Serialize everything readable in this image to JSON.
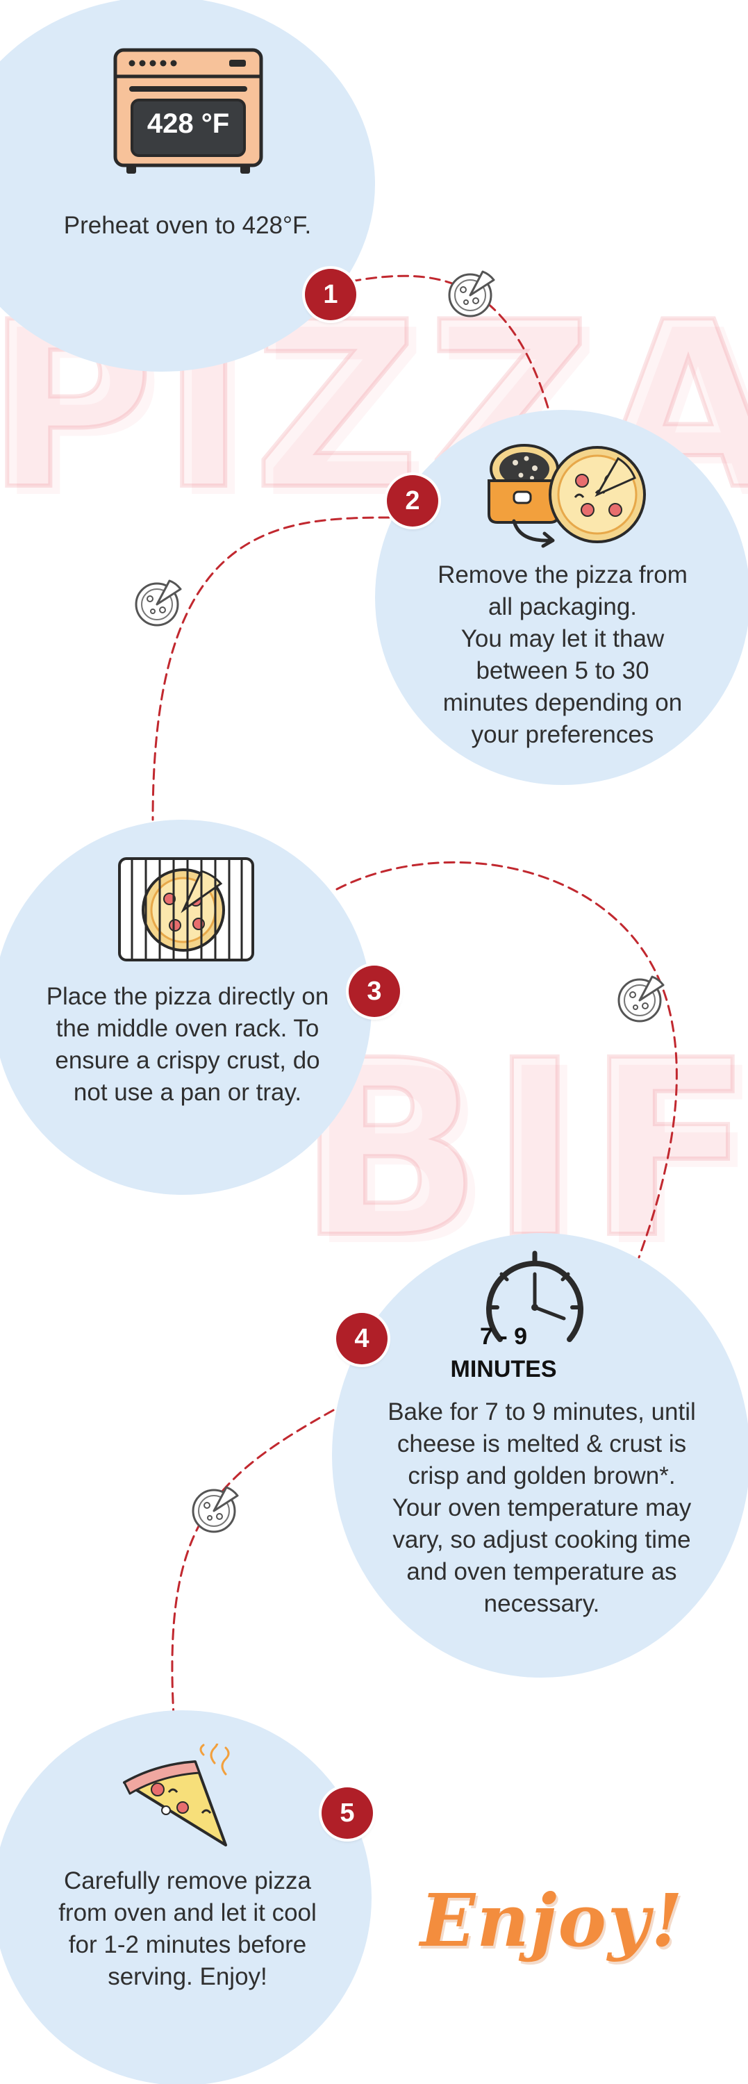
{
  "watermark": {
    "word_1": "PIZZA",
    "word_2": "BIFN"
  },
  "colors": {
    "circle_fill": "#dbeaf8",
    "badge_fill": "#b01f28",
    "path_dash": "#c1282f",
    "text": "#2f2f2f",
    "accent": "#f38d3e"
  },
  "steps": [
    {
      "number": "1",
      "icon": "oven-icon",
      "icon_label": "428 °F",
      "text": "Preheat oven to 428°F."
    },
    {
      "number": "2",
      "icon": "pizza-box-icon",
      "text_lines": [
        "Remove the pizza from",
        "all packaging.",
        "You may let it thaw",
        "between 5 to 30",
        "minutes depending on",
        "your preferences"
      ]
    },
    {
      "number": "3",
      "icon": "oven-rack-icon",
      "text": "Place the pizza directly on the middle oven rack. To ensure a crispy crust, do not use a pan or tray."
    },
    {
      "number": "4",
      "icon": "clock-icon",
      "icon_label_1": "7 - 9",
      "icon_label_2": "MINUTES",
      "text_lines": [
        "Bake for 7 to 9 minutes, until",
        "cheese is melted & crust is",
        "crisp and golden brown*.",
        "Your oven temperature may",
        "vary, so adjust cooking time",
        "and oven temperature as",
        "necessary."
      ]
    },
    {
      "number": "5",
      "icon": "pizza-slice-icon",
      "text": "Carefully remove pizza from oven and let it cool for 1-2 minutes before serving. Enjoy!"
    }
  ],
  "path_icons": [
    "pizza-icon",
    "pizza-icon",
    "pizza-icon",
    "pizza-icon"
  ],
  "closing": "Enjoy!"
}
